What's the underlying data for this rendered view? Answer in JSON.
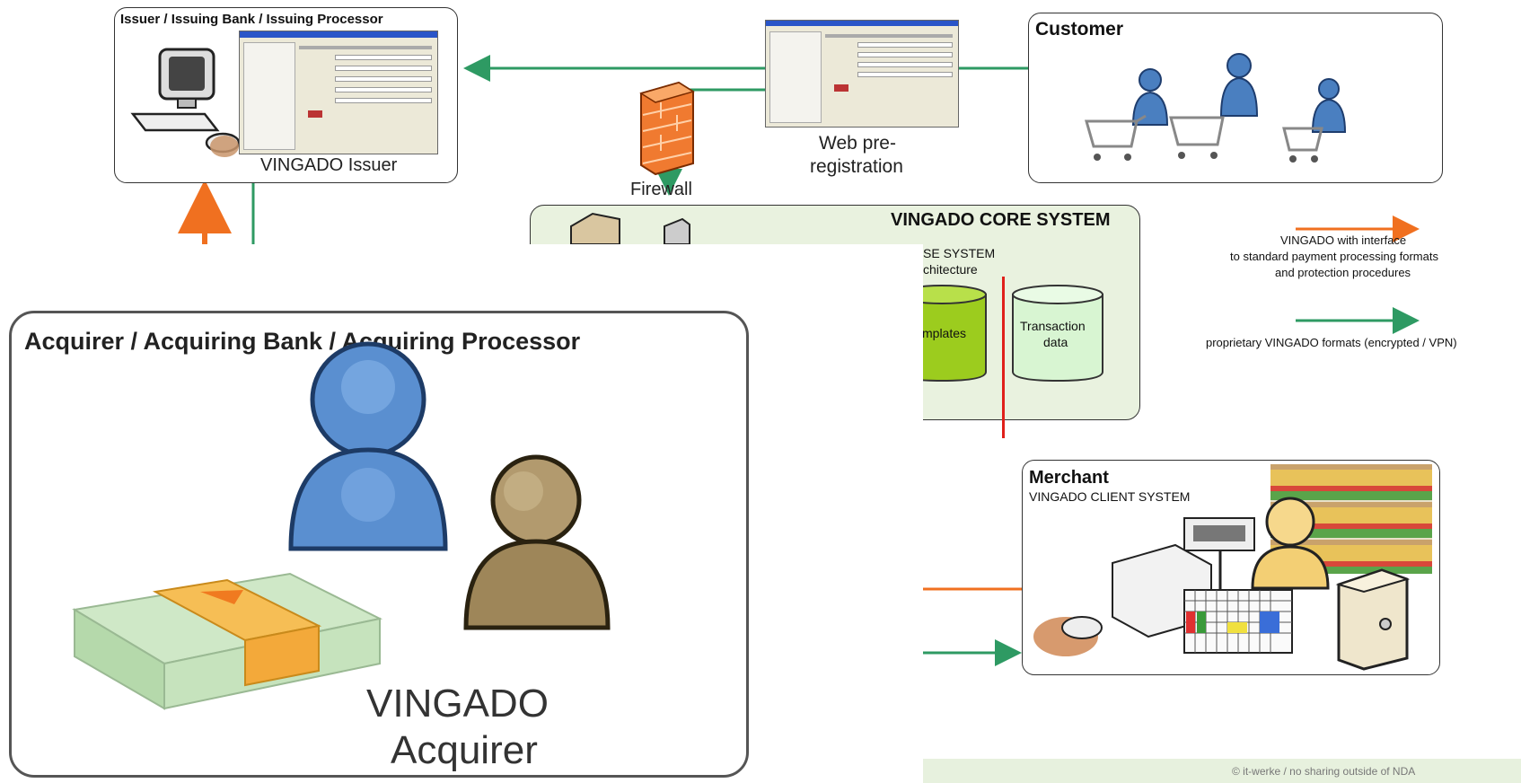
{
  "issuer": {
    "title": "Issuer / Issuing Bank / Issuing Processor",
    "caption": "VINGADO Issuer"
  },
  "web": {
    "caption_line1": "Web pre-",
    "caption_line2": "registration"
  },
  "firewall": {
    "label": "Firewall"
  },
  "customer": {
    "title": "Customer"
  },
  "core": {
    "title": "VINGADO CORE SYSTEM",
    "sub_line1": "SE SYSTEM",
    "sub_line2": "chitecture",
    "db_templates": "mplates",
    "db_transaction_line1": "Transaction",
    "db_transaction_line2": "data"
  },
  "legend": {
    "orange_line1": "VINGADO with interface",
    "orange_line2": "to standard payment processing formats",
    "orange_line3": "and protection procedures",
    "green_text": "proprietary VINGADO formats (encrypted / VPN)",
    "colors": {
      "orange": "#f07020",
      "green": "#2e9a63"
    }
  },
  "acquirer": {
    "title": "Acquirer / Acquiring Bank / Acquiring Processor",
    "caption_line1": "VINGADO",
    "caption_line2": "Acquirer"
  },
  "merchant": {
    "title": "Merchant",
    "subtitle": "VINGADO CLIENT SYSTEM"
  },
  "footer": {
    "copyright": "© it-werke / no sharing outside of NDA"
  }
}
